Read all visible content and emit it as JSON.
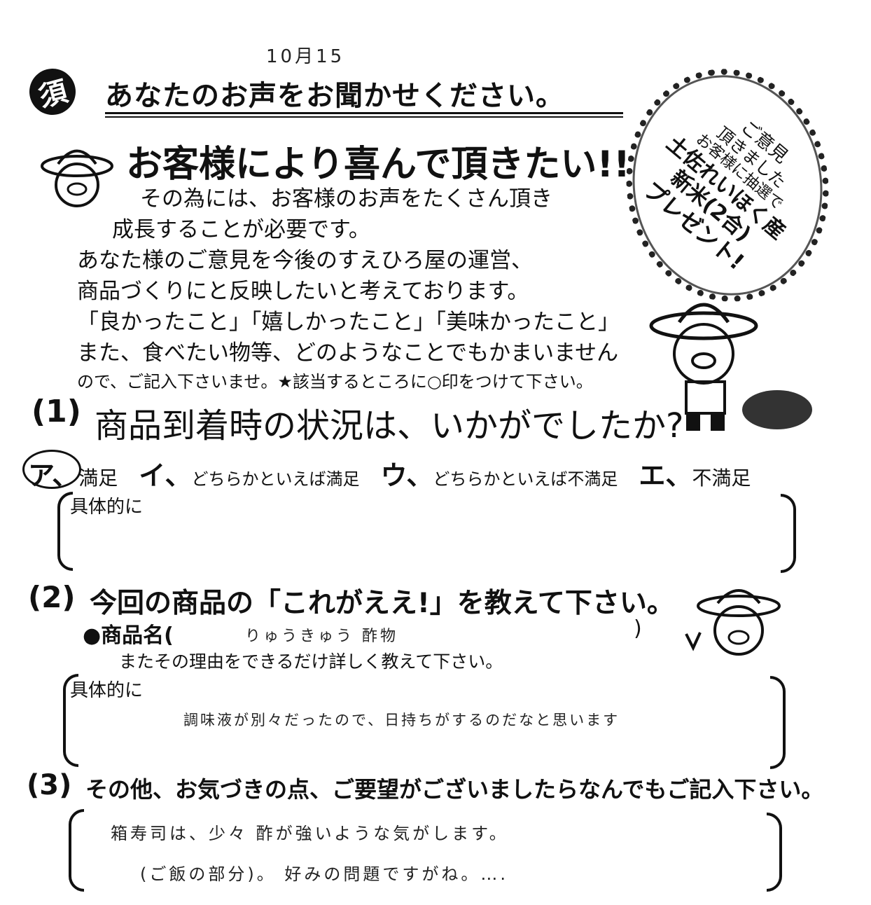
{
  "date_note": "10月15",
  "seal_char": "須",
  "title": "あなたのお声をお聞かせください。",
  "subtitle": "お客様により喜んで頂きたい!!",
  "intro_lines": [
    "その為には、お客様のお声をたくさん頂き",
    "成長することが必要です。",
    "あなた様のご意見を今後のすえひろ屋の運営、",
    "商品づくりにと反映したいと考えております。",
    "「良かったこと」「嬉しかったこと」「美味かったこと」",
    "また、食べたい物等、どのようなことでもかまいません",
    "ので、ご記入下さいませ。★該当するところに○印をつけて下さい。"
  ],
  "bubble": {
    "line1": "ご意見",
    "line2": "頂きました",
    "line3": "お客様に抽選で",
    "line4": "土佐れいほく産",
    "line5": "新米(2合)",
    "line6": "プレゼント!"
  },
  "q1": {
    "number": "(1)",
    "text": "商品到着時の状況は、いかがでしたか?",
    "options": [
      {
        "mark": "ア、",
        "label": "満足",
        "circled": true
      },
      {
        "mark": "イ、",
        "label": "どちらかといえば満足",
        "circled": false
      },
      {
        "mark": "ウ、",
        "label": "どちらかといえば不満足",
        "circled": false
      },
      {
        "mark": "エ、",
        "label": "不満足",
        "circled": false
      }
    ],
    "detail_label": "具体的に",
    "detail_answer": ""
  },
  "q2": {
    "number": "(2)",
    "text": "今回の商品の「これがええ!」を教えて下さい。",
    "product_label": "●商品名(",
    "product_answer": "りゅうきゅう 酢物",
    "product_close": ")",
    "reason_prompt": "またその理由をできるだけ詳しく教えて下さい。",
    "detail_label": "具体的に",
    "detail_answer": "調味液が別々だったので、日持ちがするのだなと思います"
  },
  "q3": {
    "number": "(3)",
    "text": "その他、お気づきの点、ご要望がございましたらなんでもご記入下さい。",
    "answer_line1": "箱寿司は、少々 酢が強いような気がします。",
    "answer_line2": "(ご飯の部分)。 好みの問題ですがね。…."
  }
}
